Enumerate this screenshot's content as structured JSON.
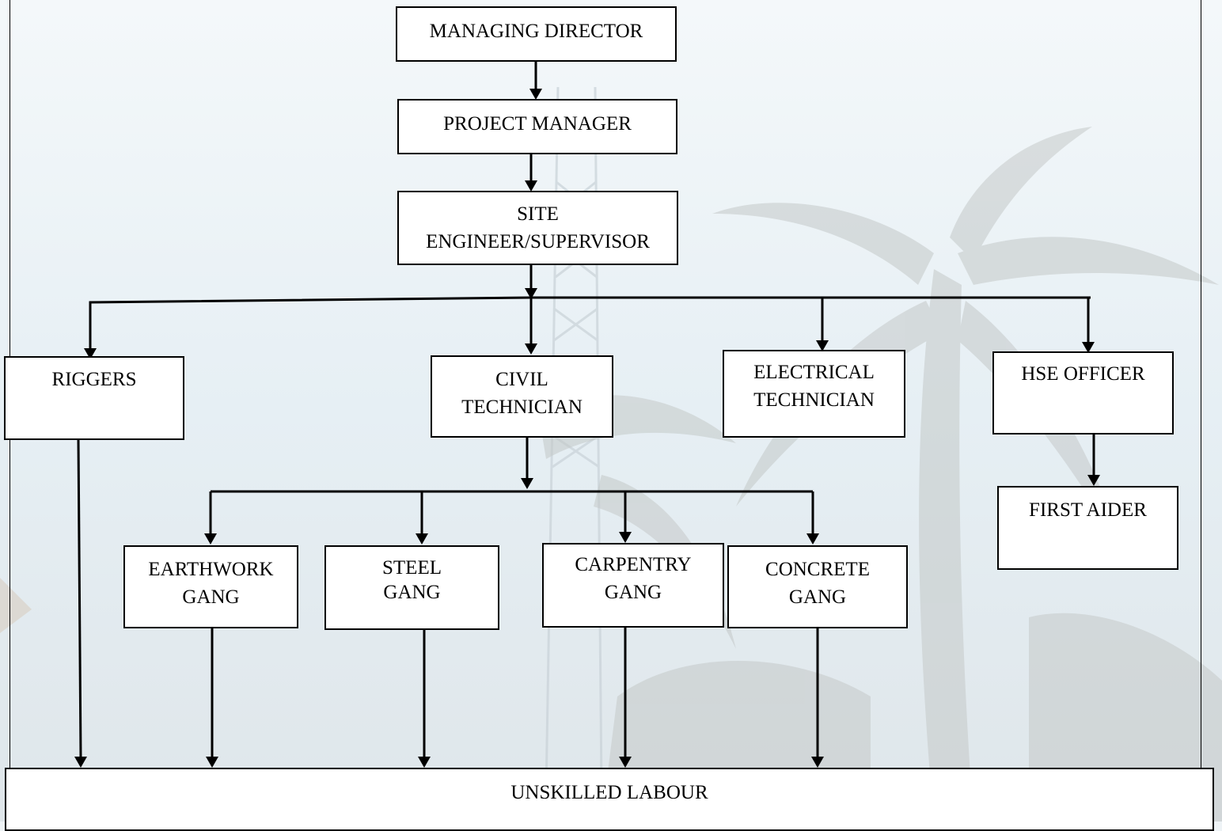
{
  "org_chart": {
    "boxes": {
      "managing_director": [
        "MANAGING DIRECTOR"
      ],
      "project_manager": [
        "PROJECT MANAGER"
      ],
      "site_engineer": [
        "SITE",
        "ENGINEER/SUPERVISOR"
      ],
      "riggers": [
        "RIGGERS"
      ],
      "civil_technician": [
        "CIVIL",
        "TECHNICIAN"
      ],
      "electrical_technician": [
        "ELECTRICAL",
        "TECHNICIAN"
      ],
      "hse_officer": [
        "HSE OFFICER"
      ],
      "first_aider": [
        "FIRST AIDER"
      ],
      "earthwork_gang": [
        "EARTHWORK",
        "GANG"
      ],
      "steel_gang": [
        "STEEL",
        "GANG"
      ],
      "carpentry_gang": [
        "CARPENTRY",
        "GANG"
      ],
      "concrete_gang": [
        "CONCRETE",
        "GANG"
      ],
      "unskilled_labour": [
        "UNSKILLED LABOUR"
      ]
    },
    "edges": [
      [
        "managing_director",
        "project_manager"
      ],
      [
        "project_manager",
        "site_engineer"
      ],
      [
        "site_engineer",
        "riggers"
      ],
      [
        "site_engineer",
        "civil_technician"
      ],
      [
        "site_engineer",
        "electrical_technician"
      ],
      [
        "site_engineer",
        "hse_officer"
      ],
      [
        "hse_officer",
        "first_aider"
      ],
      [
        "civil_technician",
        "earthwork_gang"
      ],
      [
        "civil_technician",
        "steel_gang"
      ],
      [
        "civil_technician",
        "carpentry_gang"
      ],
      [
        "civil_technician",
        "concrete_gang"
      ],
      [
        "riggers",
        "unskilled_labour"
      ],
      [
        "earthwork_gang",
        "unskilled_labour"
      ],
      [
        "steel_gang",
        "unskilled_labour"
      ],
      [
        "carpentry_gang",
        "unskilled_labour"
      ],
      [
        "concrete_gang",
        "unskilled_labour"
      ]
    ]
  }
}
